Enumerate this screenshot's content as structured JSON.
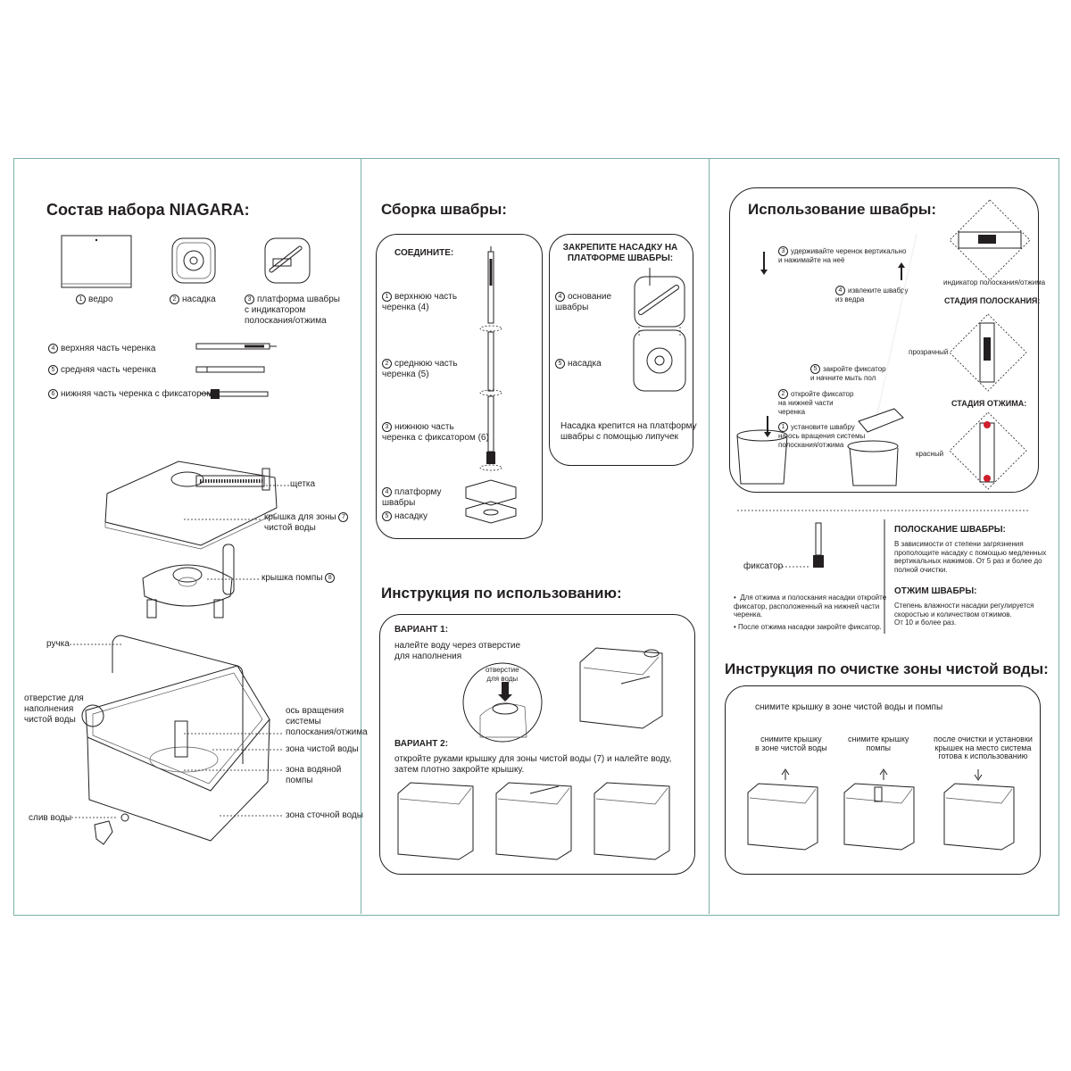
{
  "col1": {
    "title": "Состав набора NIAGARA:",
    "items": [
      {
        "num": "1",
        "label": "ведро"
      },
      {
        "num": "2",
        "label": "насадка"
      },
      {
        "num": "3",
        "label": "платформа швабры\nс индикатором\nполоскания/отжима"
      }
    ],
    "handles": [
      {
        "num": "4",
        "label": "верхняя часть черенка"
      },
      {
        "num": "5",
        "label": "средняя часть черенка"
      },
      {
        "num": "6",
        "label": "нижняя часть черенка с фиксатором"
      }
    ],
    "parts": {
      "brush": "щетка",
      "clean_lid": "крышка для зоны",
      "clean_lid2": "чистой воды",
      "clean_lid_num": "7",
      "pump_lid": "крышка помпы",
      "pump_lid_num": "8",
      "handle": "ручка",
      "fill_hole": "отверстие для\nнаполнения\nчистой воды",
      "axis": "ось вращения\nсистемы\nполоскания/отжима",
      "clean_zone": "зона чистой воды",
      "pump_zone": "зона водяной\nпомпы",
      "drain": "слив воды",
      "dirty_zone": "зона сточной воды"
    }
  },
  "col2": {
    "assembly_title": "Сборка швабры:",
    "connect_title": "СОЕДИНИТЕ:",
    "connect_items": [
      {
        "num": "1",
        "label": "верхнюю часть\nчеренка (4)"
      },
      {
        "num": "2",
        "label": "среднюю часть\nчеренка (5)"
      },
      {
        "num": "3",
        "label": "нижнюю часть\nчеренка с фиксатором (6)"
      },
      {
        "num": "4",
        "label": "платформу\nшвабры"
      },
      {
        "num": "5",
        "label": "насадку"
      }
    ],
    "attach_title": "ЗАКРЕПИТЕ НАСАДКУ НА\nПЛАТФОРМЕ ШВАБРЫ:",
    "attach_items": [
      {
        "num": "4",
        "label": "основание\nшвабры"
      },
      {
        "num": "5",
        "label": "насадка"
      }
    ],
    "attach_note": "Насадка крепится на платформу\nшвабры с помощью липучек",
    "usage_title": "Инструкция по использованию:",
    "v1_title": "ВАРИАНТ 1:",
    "v1_text": "налейте воду через отверстие\nдля наполнения",
    "v1_callout": "отверстие\nдля воды",
    "v2_title": "ВАРИАНТ 2:",
    "v2_text": "откройте руками крышку для зоны чистой воды (7) и налейте воду,\nзатем плотно закройте крышку."
  },
  "col3": {
    "use_title": "Использование швабры:",
    "steps": [
      {
        "num": "3",
        "label": "удерживайте черенок вертикально\nи нажимайте на неё"
      },
      {
        "num": "4",
        "label": "извлеките швабру\nиз ведра"
      },
      {
        "num": "5",
        "label": "закройте фиксатор\nи начните мыть пол"
      },
      {
        "num": "2",
        "label": "откройте фиксатор\nна нижней части\nчеренка"
      },
      {
        "num": "1",
        "label": "установите швабру\nна ось вращения системы\nполоскания/отжима"
      }
    ],
    "indicator_label": "индикатор полоскания/отжима",
    "rinse_stage": "СТАДИЯ ПОЛОСКАНИЯ:",
    "transparent": "прозрачный",
    "wring_stage": "СТАДИЯ ОТЖИМА:",
    "red": "красный",
    "lock_label": "фиксатор",
    "bullets": [
      "Для отжима и полоскания насадки откройте\nфиксатор, расположенный на нижней части\nчеренка.",
      "После отжима насадки  закройте фиксатор."
    ],
    "rinse_title": "ПОЛОСКАНИЕ ШВАБРЫ:",
    "rinse_text": "В зависимости от степени загрязнения\nпрополощите насадку с помощью медленных\nвертикальных нажимов. От 5 раз и более до\nполной очистки.",
    "wring_title": "ОТЖИМ ШВАБРЫ:",
    "wring_text": "Степень влажности насадки регулируется\nскоростью и количеством отжимов.\nОт 10 и более раз.",
    "clean_title": "Инструкция по очистке зоны чистой воды:",
    "clean_intro": "снимите крышку в зоне чистой воды и помпы",
    "clean_steps": [
      "снимите крышку\nв зоне чистой воды",
      "снимите крышку\nпомпы",
      "после очистки и установки\nкрышек на место система\nготова к использованию"
    ]
  },
  "colors": {
    "frame": "#7ab0a8",
    "ink": "#231f20",
    "indicator_red": "#d01f2e"
  }
}
